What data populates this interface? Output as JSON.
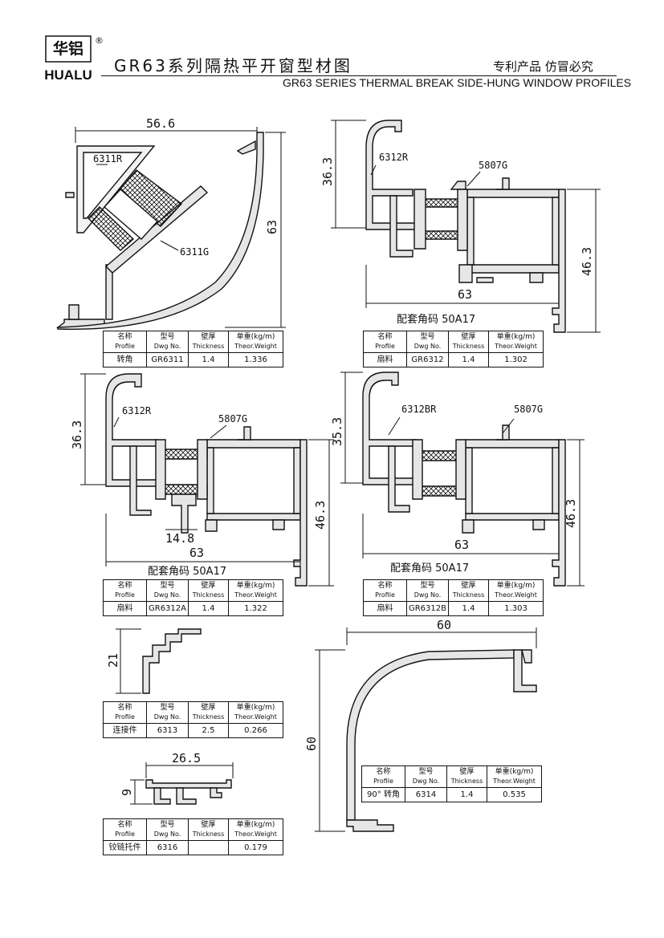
{
  "brand": {
    "logo_cn": "华铝",
    "logo_en": "HUALU",
    "registered": "®"
  },
  "header": {
    "title_cn": "GR63系列隔热平开窗型材图",
    "title_en": "GR63 SERIES THERMAL BREAK SIDE-HUNG WINDOW PROFILES",
    "patent": "专利产品  仿冒必究"
  },
  "table_headers": {
    "name_cn": "名称",
    "name_en": "Profile",
    "dwg_cn": "型号",
    "dwg_en": "Dwg No.",
    "thk_cn": "壁厚",
    "thk_en": "Thickness",
    "wt_cn": "单重(kg/m)",
    "wt_en": "Theor.Weight"
  },
  "profiles": [
    {
      "name": "转角",
      "dwg": "GR6311",
      "thickness": "1.4",
      "weight": "1.336",
      "dims": [
        "56.6",
        "63"
      ],
      "labels": [
        "6311R",
        "6311G"
      ]
    },
    {
      "name": "扇料",
      "dwg": "GR6312",
      "thickness": "1.4",
      "weight": "1.302",
      "dims": [
        "36.3",
        "46.3",
        "63"
      ],
      "labels": [
        "6312R",
        "5807G"
      ],
      "note": "配套角码 50A17"
    },
    {
      "name": "扇料",
      "dwg": "GR6312A",
      "thickness": "1.4",
      "weight": "1.322",
      "dims": [
        "36.3",
        "46.3",
        "63",
        "14.8"
      ],
      "labels": [
        "6312R",
        "5807G"
      ],
      "note": "配套角码 50A17"
    },
    {
      "name": "扇料",
      "dwg": "GR6312B",
      "thickness": "1.4",
      "weight": "1.303",
      "dims": [
        "35.3",
        "46.3",
        "63"
      ],
      "labels": [
        "6312BR",
        "5807G"
      ],
      "note": "配套角码 50A17"
    },
    {
      "name": "连接件",
      "dwg": "6313",
      "thickness": "2.5",
      "weight": "0.266",
      "dims": [
        "21"
      ]
    },
    {
      "name": "90° 转角",
      "dwg": "6314",
      "thickness": "1.4",
      "weight": "0.535",
      "dims": [
        "60",
        "60"
      ]
    },
    {
      "name": "铰链托件",
      "dwg": "6316",
      "thickness": "",
      "weight": "0.179",
      "dims": [
        "26.5",
        "9"
      ]
    }
  ]
}
